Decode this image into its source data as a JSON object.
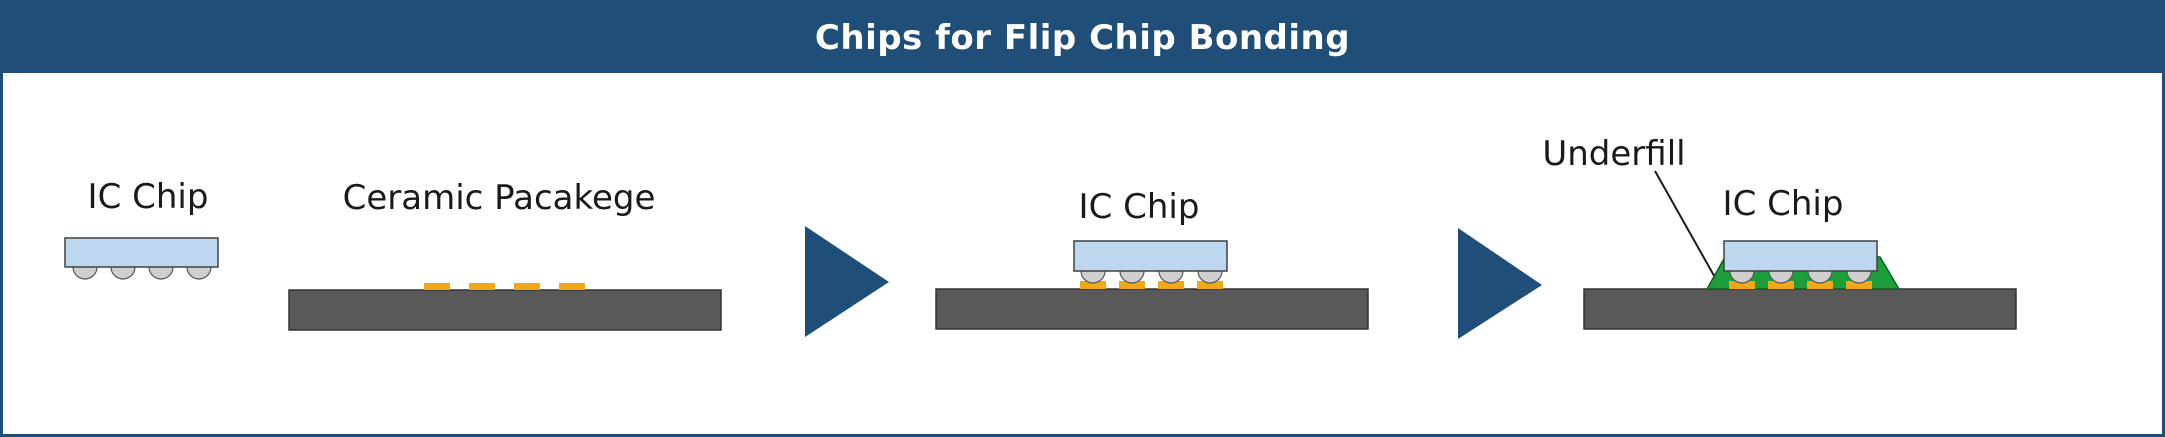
{
  "header": {
    "title": "Chips for Flip Chip Bonding"
  },
  "step1": {
    "chip_label": "IC Chip",
    "package_label": "Ceramic Pacakege"
  },
  "step2": {
    "chip_label": "IC Chip"
  },
  "step3": {
    "underfill_label": "Underfill",
    "chip_label": "IC Chip"
  },
  "colors": {
    "header_bg": "#1f4e79",
    "chip_fill": "#bdd7ee",
    "substrate_fill": "#595959",
    "pad_fill": "#f0a818",
    "bump_fill": "#cfcfcf",
    "underfill_fill": "#1e9e3a",
    "arrow_fill": "#1f4e79"
  },
  "icons": [
    "flow-arrow-icon",
    "flow-arrow-icon"
  ]
}
